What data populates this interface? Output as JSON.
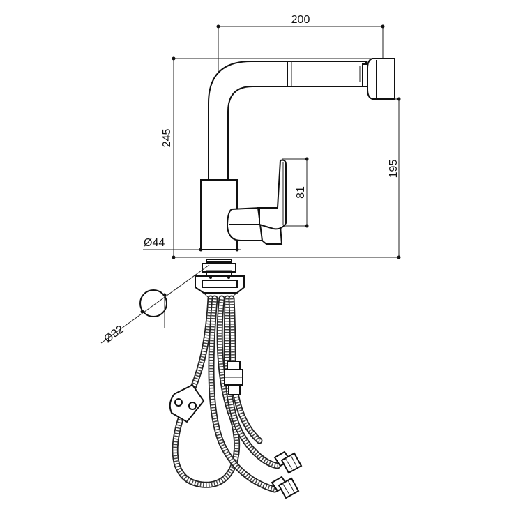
{
  "dimensions": {
    "spout_reach": "200",
    "total_height": "245",
    "spout_height": "195",
    "lever_height": "81",
    "body_diameter": "Ø44",
    "mounting_hole_diameter": "Ø32"
  },
  "colors": {
    "line": "#111111",
    "background": "#ffffff"
  }
}
